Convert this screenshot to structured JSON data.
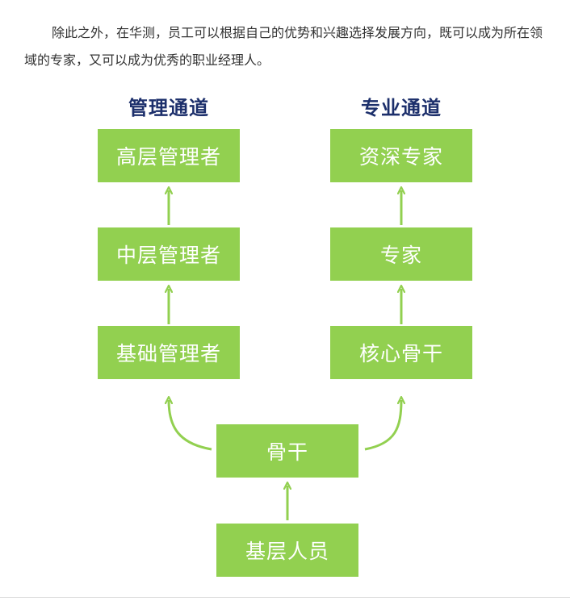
{
  "paragraph": "除此之外，在华测，员工可以根据自己的优势和兴趣选择发展方向，既可以成为所在领域的专家，又可以成为优秀的职业经理人。",
  "management_track": {
    "heading": "管理通道",
    "senior": "高层管理者",
    "middle": "中层管理者",
    "basic": "基础管理者"
  },
  "professional_track": {
    "heading": "专业通道",
    "senior": "资深专家",
    "middle": "专家",
    "basic": "核心骨干"
  },
  "shared": {
    "backbone": "骨干",
    "entry": "基层人员"
  },
  "colors": {
    "node_fill": "#92d050",
    "arrow": "#92d050",
    "heading": "#1c2f6b"
  }
}
